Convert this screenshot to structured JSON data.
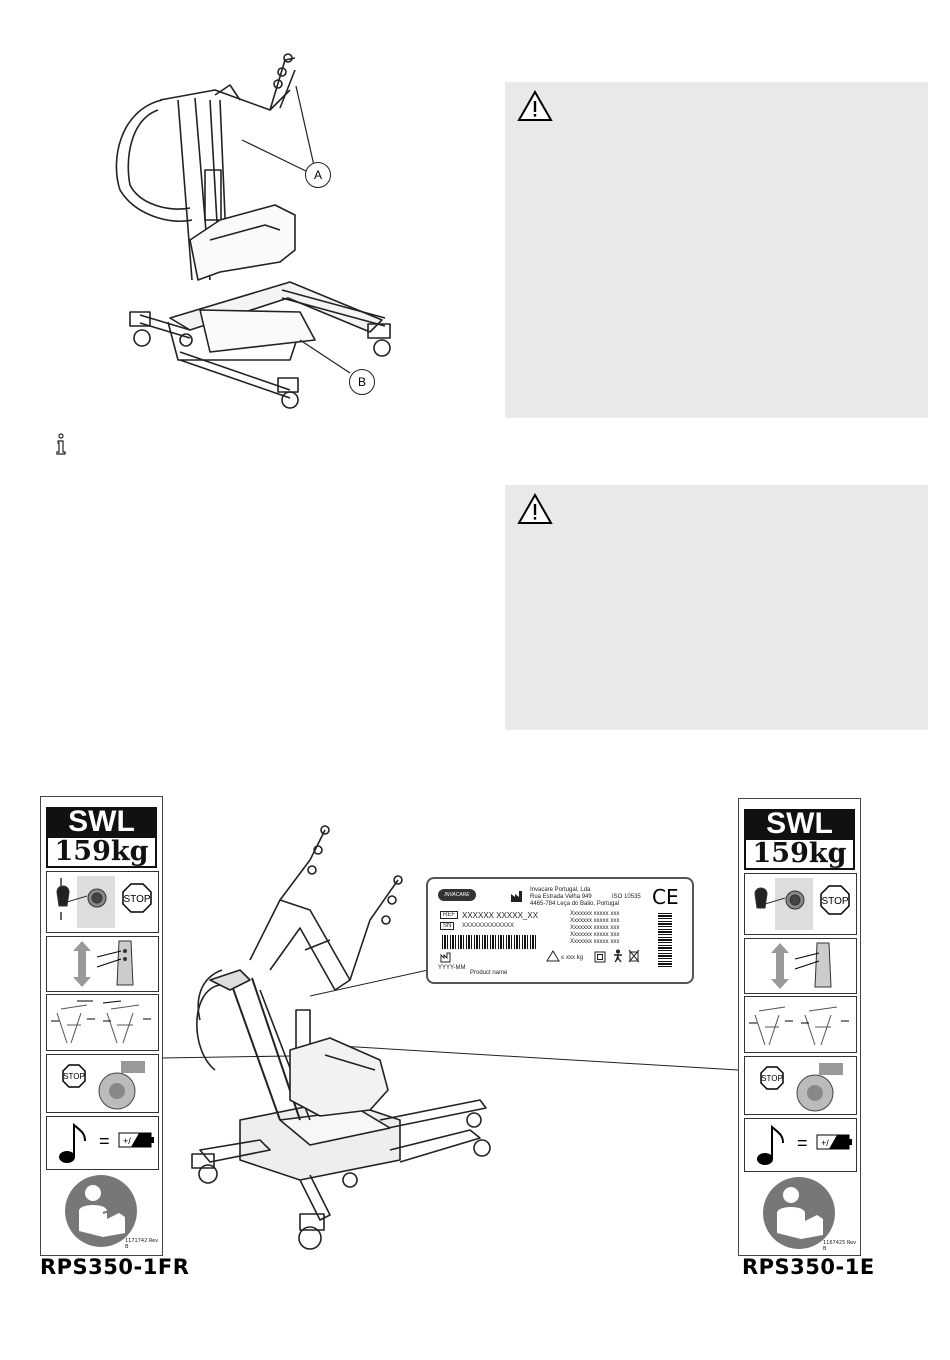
{
  "callouts": {
    "a": "A",
    "b": "B"
  },
  "icons": {
    "warning_1": "warning-triangle-icon",
    "warning_2": "warning-triangle-icon",
    "info": "info-icon",
    "manual": "read-manual-icon",
    "stop": "stop-sign-icon",
    "battery": "battery-charge-icon",
    "note": "music-note-icon"
  },
  "label_left": {
    "swl_title": "SWL",
    "swl_value": "159kg",
    "code": "1171742 Rev B",
    "model": "RPS350-1FR"
  },
  "label_right": {
    "swl_title": "SWL",
    "swl_value": "159kg",
    "code": "1167425 Rev B",
    "model": "RPS350-1E"
  },
  "stop_text": "STOP",
  "equals": "=",
  "product_label": {
    "brand": "INVACARE",
    "manufacturer_line1": "Invacare Portugal, Lda",
    "manufacturer_line2": "Rua Estrada Velha 949",
    "manufacturer_line3": "4465-784 Leça do Balio, Portugal",
    "iso": "ISO 10535",
    "ce": "CE",
    "ref_tag": "REF",
    "ref_value": "XXXXXX XXXXX_XX",
    "sn_tag": "SN",
    "sn_value": "XXXXXXXXXXXXX",
    "spec_lines": [
      "Xxxxxxx xxxxx xxx",
      "Xxxxxxx xxxxx xxx",
      "Xxxxxxx xxxxx xxx",
      "Xxxxxxx xxxxx xxx",
      "Xxxxxxx xxxxx xxx"
    ],
    "date": "YYYY-MM",
    "product_name": "Product name",
    "weight": "≤ xxx kg"
  }
}
